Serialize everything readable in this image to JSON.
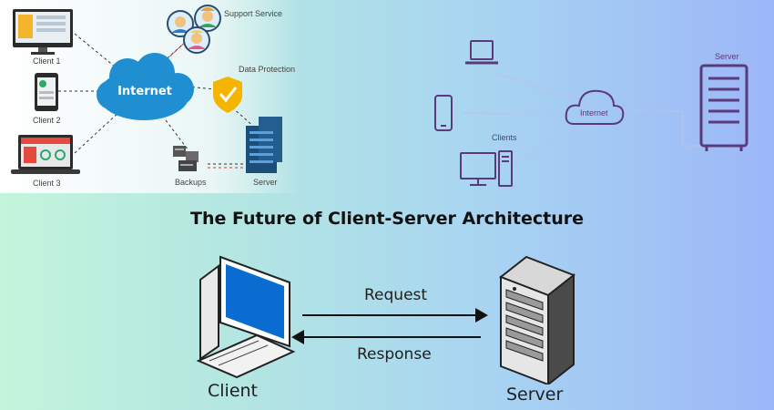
{
  "title": "The Future of Client-Server Architecture",
  "top_left": {
    "internet": "Internet",
    "client1": "Client 1",
    "client2": "Client 2",
    "client3": "Client 3",
    "support": "Support Service",
    "data_protection": "Data Protection",
    "backups": "Backups",
    "server": "Server"
  },
  "top_right": {
    "server": "Server",
    "internet": "Internet",
    "clients": "Clients"
  },
  "bottom": {
    "client": "Client",
    "server": "Server",
    "request": "Request",
    "response": "Response"
  },
  "colors": {
    "cloud": "#1f8fd1",
    "monitor_screen": "#0a6bd1",
    "purple": "#5a3a7a",
    "shield": "#f4b400"
  }
}
